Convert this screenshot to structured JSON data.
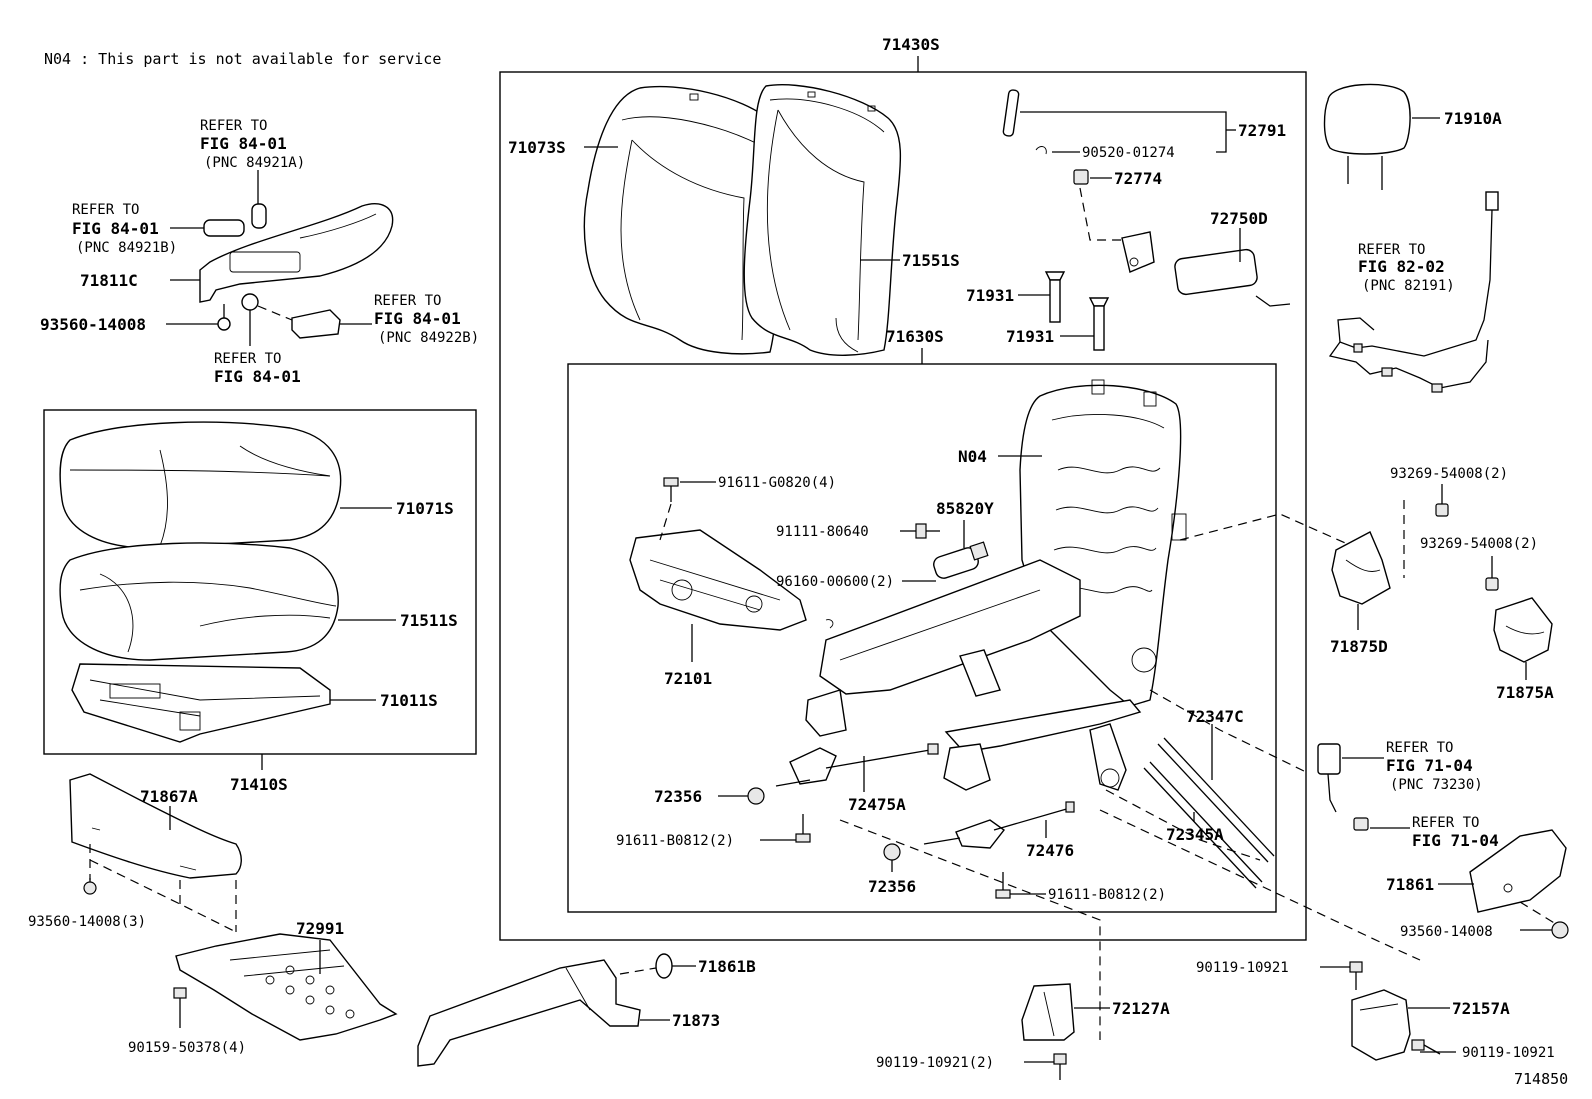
{
  "note": "N04 : This part is not available for service",
  "figure_id": "714850",
  "groups": {
    "seatback_assy": "71430S",
    "seatback_frame": "71630S",
    "cushion_assy": "71410S"
  },
  "refs": {
    "fig84_a": {
      "line1": "REFER TO",
      "line2": "FIG 84-01",
      "line3": "(PNC 84921A)"
    },
    "fig84_b": {
      "line1": "REFER TO",
      "line2": "FIG 84-01",
      "line3": "(PNC 84921B)"
    },
    "fig84_c": {
      "line1": "REFER TO",
      "line2": "FIG 84-01",
      "line3": "(PNC 84922B)"
    },
    "fig84_d": {
      "line1": "REFER TO",
      "line2": "FIG 84-01"
    },
    "fig82": {
      "line1": "REFER TO",
      "line2": "FIG 82-02",
      "line3": "(PNC 82191)"
    },
    "fig71_a": {
      "line1": "REFER TO",
      "line2": "FIG 71-04",
      "line3": "(PNC 73230)"
    },
    "fig71_b": {
      "line1": "REFER TO",
      "line2": "FIG 71-04"
    }
  },
  "parts": {
    "p71073S": "71073S",
    "p71551S": "71551S",
    "p72791": "72791",
    "p90520": "90520-01274",
    "p72774": "72774",
    "p72750D": "72750D",
    "p71931a": "71931",
    "p71931b": "71931",
    "p71910A": "71910A",
    "p71811C": "71811C",
    "p93560a": "93560-14008",
    "p71071S": "71071S",
    "p71511S": "71511S",
    "p71011S": "71011S",
    "pN04": "N04",
    "p91611g": "91611-G0820(4)",
    "p85820Y": "85820Y",
    "p91111": "91111-80640",
    "p96160": "96160-00600(2)",
    "p72101": "72101",
    "p93269a": "93269-54008(2)",
    "p93269b": "93269-54008(2)",
    "p71875D": "71875D",
    "p71875A": "71875A",
    "p72347C": "72347C",
    "p72356a": "72356",
    "p72475A": "72475A",
    "p91611b1": "91611-B0812(2)",
    "p72345A": "72345A",
    "p72476": "72476",
    "p72356b": "72356",
    "p91611b2": "91611-B0812(2)",
    "p71867A": "71867A",
    "p93560b": "93560-14008(3)",
    "p72991": "72991",
    "p90159": "90159-50378(4)",
    "p71861B": "71861B",
    "p71873": "71873",
    "p72127A": "72127A",
    "p90119a": "90119-10921(2)",
    "p90119b": "90119-10921",
    "p72157A": "72157A",
    "p90119c": "90119-10921",
    "p71861": "71861",
    "p93560c": "93560-14008"
  }
}
